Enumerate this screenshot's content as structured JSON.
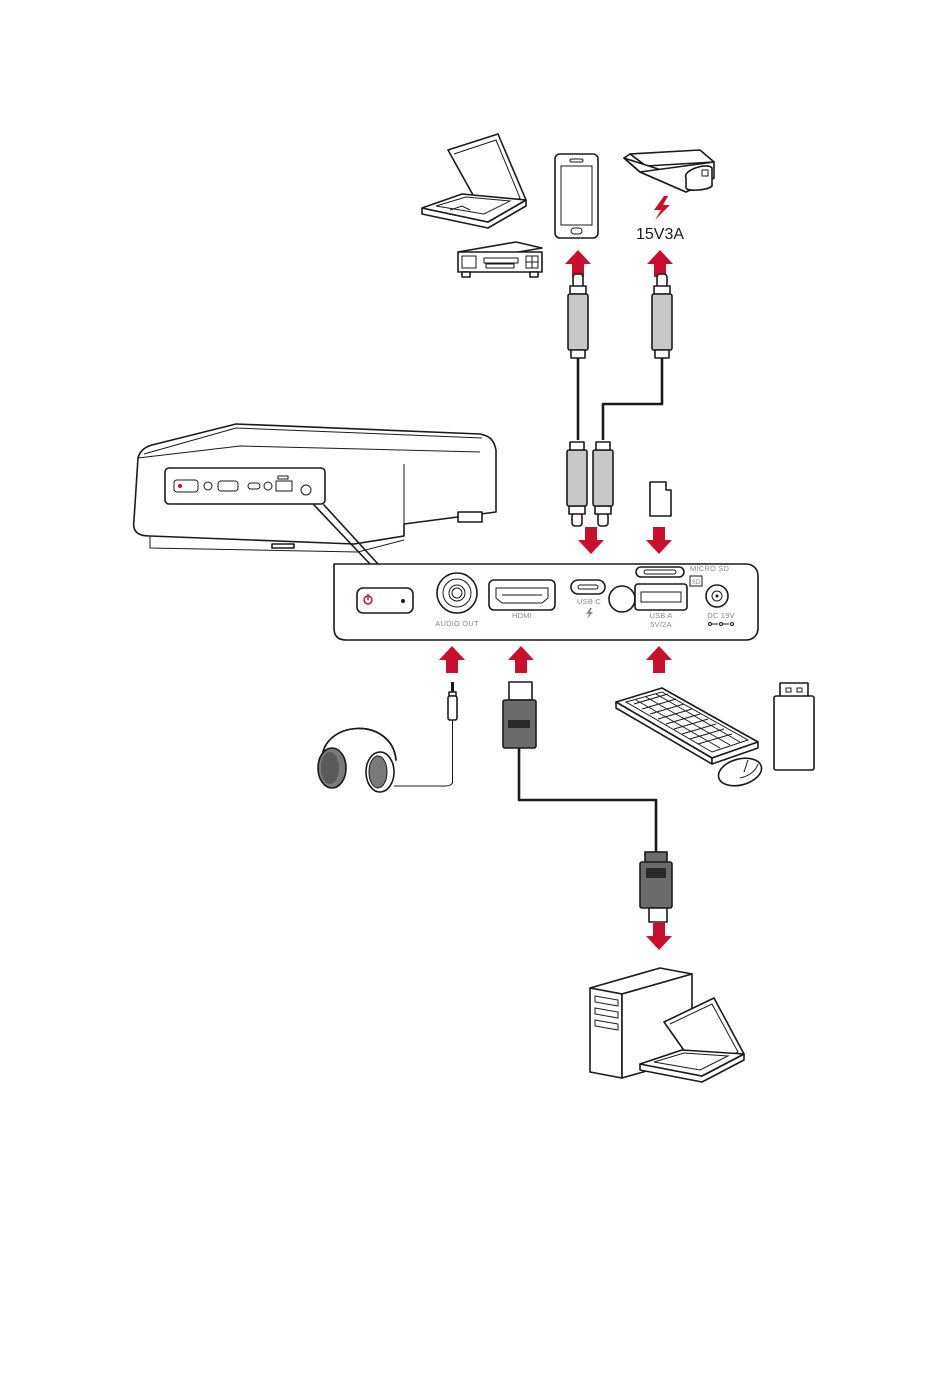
{
  "colors": {
    "accent_red": "#c8102e",
    "line": "#1a1a1a",
    "plug_grey": "#c8c8c8",
    "hdmi_grey": "#6b6b6b",
    "label_grey": "#8a8a8a"
  },
  "power_bank": {
    "rating": "15V3A",
    "icon": "lightning-bolt-icon"
  },
  "ports": {
    "audio_out": "AUDIO OUT",
    "hdmi": "HDMI",
    "usb_c": "USB C",
    "micro_sd": "MICRO SD",
    "sd_badge": "SD",
    "usb_a": "USB A",
    "usb_a_rating": "5V/2A",
    "dc": "DC 19V"
  },
  "devices": {
    "top": [
      "laptop-icon",
      "media-player-icon",
      "smartphone-icon",
      "power-bank-icon",
      "micro-sd-card-icon"
    ],
    "bottom": [
      "headphones-icon",
      "keyboard-icon",
      "mouse-icon",
      "usb-flash-drive-icon",
      "desktop-computer-icon",
      "laptop-icon"
    ]
  }
}
